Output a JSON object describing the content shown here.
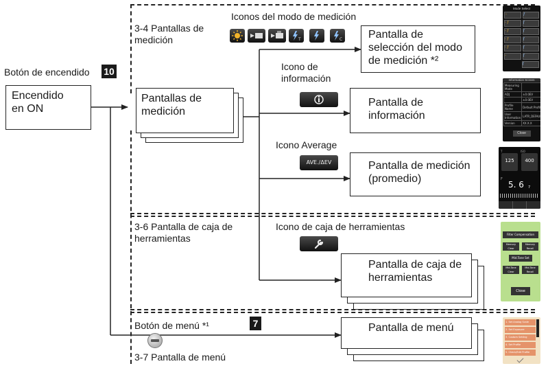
{
  "sections": {
    "measurement": [
      "3-4 Pantallas de",
      "medición"
    ],
    "toolbox": [
      "3-6 Pantalla de caja de",
      "herramientas"
    ],
    "menu": "3-7 Pantalla de menú"
  },
  "power": {
    "label": "Botón de encendido",
    "badge": "10",
    "box_lines": [
      "Encendido",
      "en ON"
    ]
  },
  "measurement_screens": [
    "Pantallas de",
    "medición"
  ],
  "mode_icons": {
    "label": "Iconos del modo de medición",
    "icons": [
      "ambient-sun-icon",
      "cine-icon",
      "hd-cine-icon",
      "flash-t-icon",
      "flash-icon",
      "flash-c-icon"
    ]
  },
  "info_icon_label": [
    "Icono de",
    "información"
  ],
  "average_icon": {
    "label": "Icono Average",
    "button_text": "AVE./ΔEV"
  },
  "toolbox_icon_label": "Icono de caja de herramientas",
  "menu_button": {
    "label": "Botón de menú *¹",
    "badge": "7"
  },
  "targets": {
    "mode_select": [
      "Pantalla de",
      "selección del modo",
      "de medición *²"
    ],
    "information": [
      "Pantalla de",
      "información"
    ],
    "average": [
      "Pantalla de medición",
      "(promedio)"
    ],
    "toolbox": [
      "Pantalla de caja de",
      "herramientas"
    ],
    "menu": "Pantalla de menú"
  },
  "thumbnails": {
    "mode_select": {
      "title": "Mode Select",
      "rows": [
        [
          "◦",
          "ƒ"
        ],
        [
          "◦ ƒ",
          "ƒ"
        ],
        [
          "◦ ƒ",
          "ƒ"
        ],
        [
          "◦ ƒ",
          "ƒ"
        ],
        [
          "◦ ƒ",
          "ƒ"
        ],
        [
          "◦",
          "ƒ"
        ],
        [
          "",
          "ƒ"
        ]
      ]
    },
    "information": {
      "title": "Information Screen",
      "rows": [
        [
          "Measuring Mode",
          ""
        ],
        [
          "ADJ",
          "±0.0EV"
        ],
        [
          "",
          "±0.0EV"
        ],
        [
          "Profile Name",
          "Default Profile"
        ],
        [
          "User Information",
          "LATR_DEFAULT"
        ],
        [
          "Version",
          "XX.X.X"
        ]
      ],
      "close": "Close"
    },
    "average": {
      "t": "T",
      "t_value": "125",
      "iso": "ISO",
      "iso_value": "400",
      "f": "F",
      "f_value": "5. 6",
      "f_sub": "7"
    },
    "toolbox": {
      "buttons": [
        "Filter Compensation",
        "Memory Clear",
        "Memory Recall",
        "Mid.Tone Set",
        "Mid.Tone Clear",
        "Mid.Tone Recall"
      ],
      "close": "Close"
    },
    "menu": {
      "rows": [
        "1. Set Analog Scale",
        "2. Set Exposure Compensation",
        "3. Custom Setting",
        "4. Set Profile",
        "5. Check/Edit Profile"
      ]
    }
  },
  "colors": {
    "line": "#222222",
    "icon_bg": "#222222",
    "shot_bg": "#111111",
    "toolbox_green": "#b9df8e",
    "menu_beige": "#f2e2c4"
  }
}
